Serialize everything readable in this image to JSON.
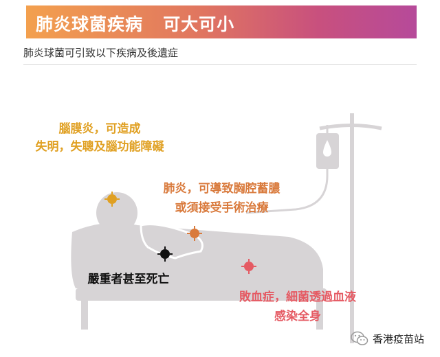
{
  "header": {
    "title": "肺炎球菌疾病   可大可小",
    "subtitle": "肺炎球菌可引致以下疾病及後遺症"
  },
  "annotations": {
    "meningitis": {
      "line1": "腦膜炎，可造成",
      "line2": "失明，失聰及腦功能障礙",
      "color": "#e0a022"
    },
    "pneumonia": {
      "line1": "肺炎，可導致胸腔蓄膿",
      "line2": "或須接受手術治療",
      "color": "#d97a3c"
    },
    "death": {
      "line1": "嚴重者甚至死亡",
      "color": "#111111"
    },
    "sepsis": {
      "line1": "敗血症，細菌透過血液",
      "line2": "感染全身",
      "color": "#e55a63"
    }
  },
  "source": {
    "name": "香港疫苗站",
    "icon": "wechat-icon"
  },
  "colors": {
    "banner_start": "#f3a04e",
    "banner_end": "#b64a9a",
    "figure_gray": "#d7d4d6"
  }
}
